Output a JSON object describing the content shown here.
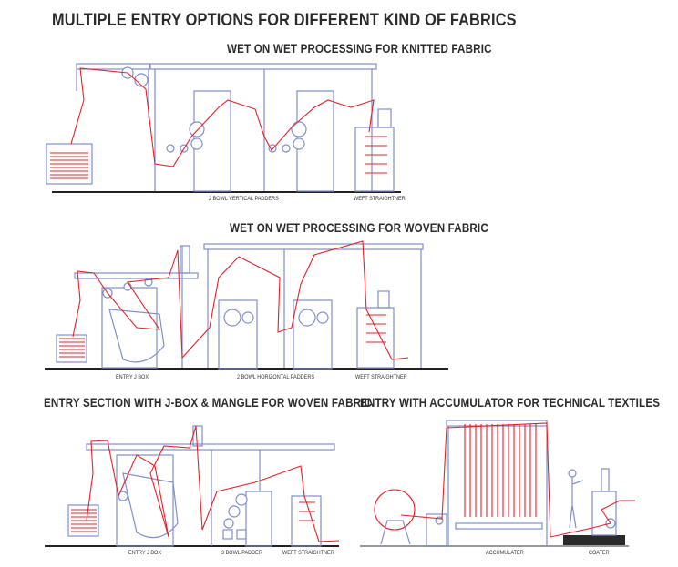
{
  "title": "MULTIPLE ENTRY OPTIONS FOR DIFFERENT KIND OF FABRICS",
  "panels": [
    {
      "title": "WET ON WET PROCESSING FOR KNITTED FABRIC",
      "labels": [
        "2 BOWL VERTICAL PADDERS",
        "WEFT STRAIGHTNER"
      ]
    },
    {
      "title": "WET ON WET PROCESSING FOR WOVEN FABRIC",
      "labels": [
        "ENTRY J BOX",
        "2 BOWL HORIZONTAL PADDERS",
        "WEFT STRAIGHTNER"
      ]
    },
    {
      "title": "ENTRY SECTION WITH J-BOX & MANGLE FOR WOVEN FABRIC",
      "labels": [
        "ENTRY J BOX",
        "3 BOWL PADDER",
        "WEFT STRAIGHTNER"
      ]
    },
    {
      "title": "ENTRY WITH ACCUMULATOR FOR TECHNICAL TEXTILES",
      "labels": [
        "ACCUMULATER",
        "COATER"
      ]
    }
  ],
  "colors": {
    "machine": "#7f8fcf",
    "fabric": "#e8202a",
    "text": "#2b2b2b"
  }
}
